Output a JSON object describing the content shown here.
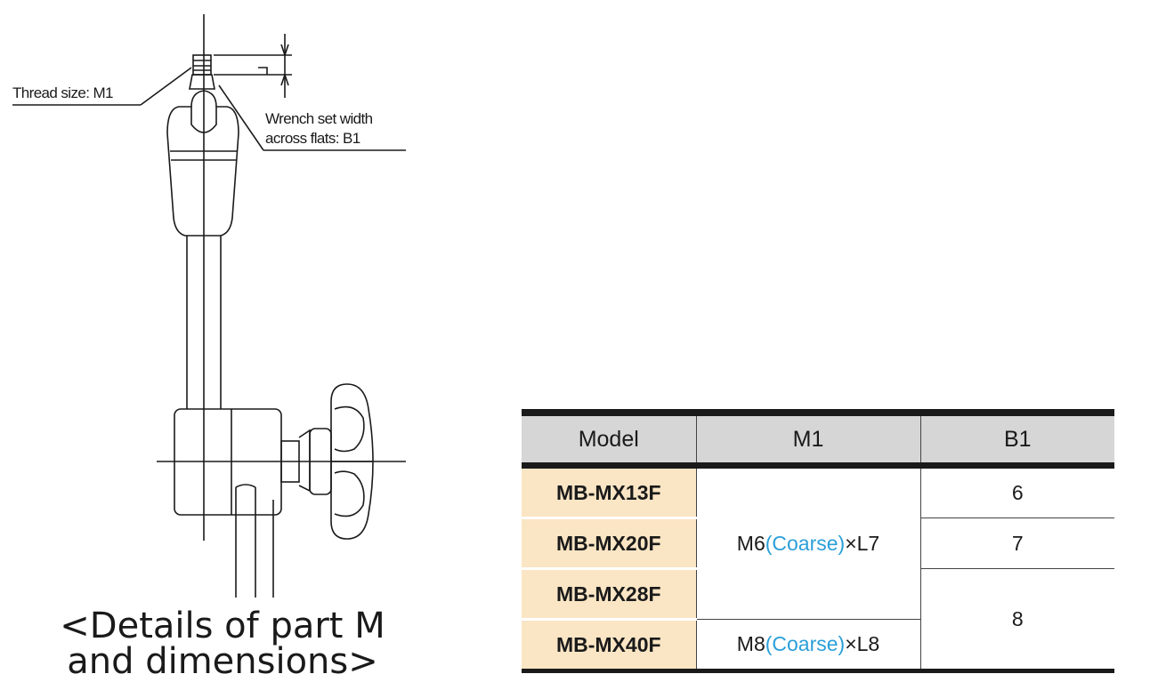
{
  "callouts": {
    "thread_size": "Thread size: M1",
    "wrench_line1": "Wrench set width",
    "wrench_line2": "across flats: B1"
  },
  "caption": {
    "line1": "<Details of part M",
    "line2": "and dimensions>"
  },
  "table": {
    "headers": [
      "Model",
      "M1",
      "B1"
    ],
    "rows": [
      {
        "model": "MB-MX13F",
        "m1_size": "M6",
        "m1_pitch": "(Coarse)",
        "m1_length": "×L7",
        "b1": "6"
      },
      {
        "model": "MB-MX20F",
        "b1": "7"
      },
      {
        "model": "MB-MX28F",
        "b1": "8"
      },
      {
        "model": "MB-MX40F",
        "m1_size": "M8",
        "m1_pitch": "(Coarse)",
        "m1_length": "×L8"
      }
    ]
  },
  "colors": {
    "header_bg": "#d6d6d6",
    "model_bg": "#fae5c4",
    "pitch_text": "#2a9fd8",
    "line": "#1a1a1a"
  }
}
